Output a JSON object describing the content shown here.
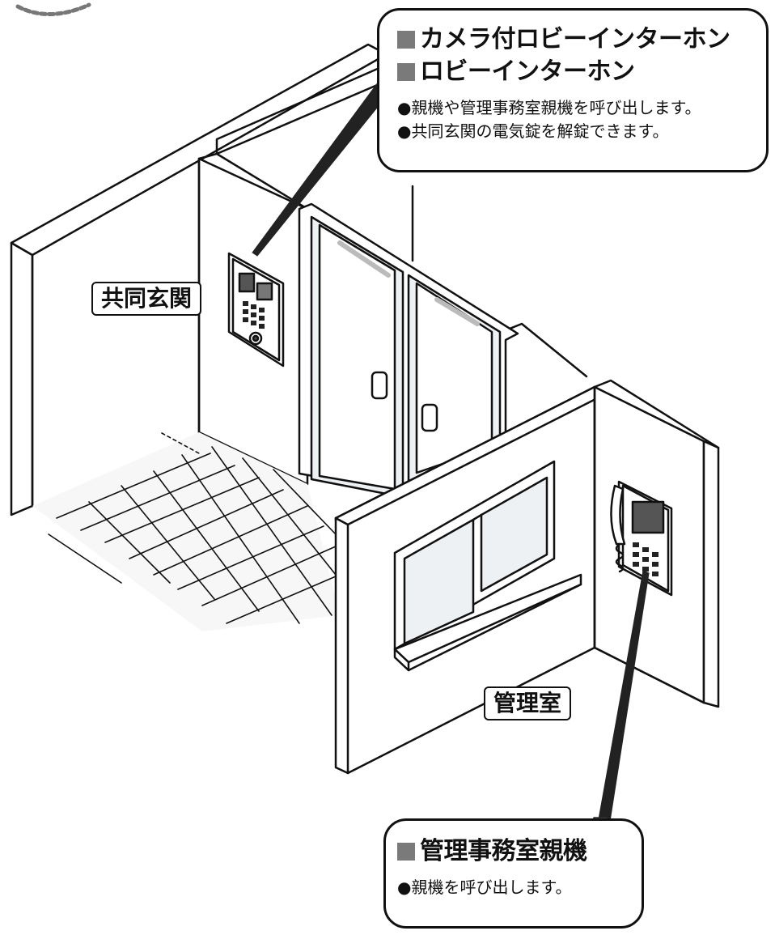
{
  "callout_top": {
    "title_1": "カメラ付ロビーインターホン",
    "title_2": "ロビーインターホン",
    "bullet_1": "●親機や管理事務室親機を呼び出します。",
    "bullet_2": "●共同玄関の電気錠を解錠できます。"
  },
  "callout_bottom": {
    "title": "管理事務室親機",
    "bullet": "●親機を呼び出します。"
  },
  "labels": {
    "entrance": "共同玄関",
    "office": "管理室"
  },
  "colors": {
    "line": "#111111",
    "square_marker": "#7a7a7a",
    "glass": "#eef1f3",
    "floor_tile": "#f2f2f2"
  }
}
